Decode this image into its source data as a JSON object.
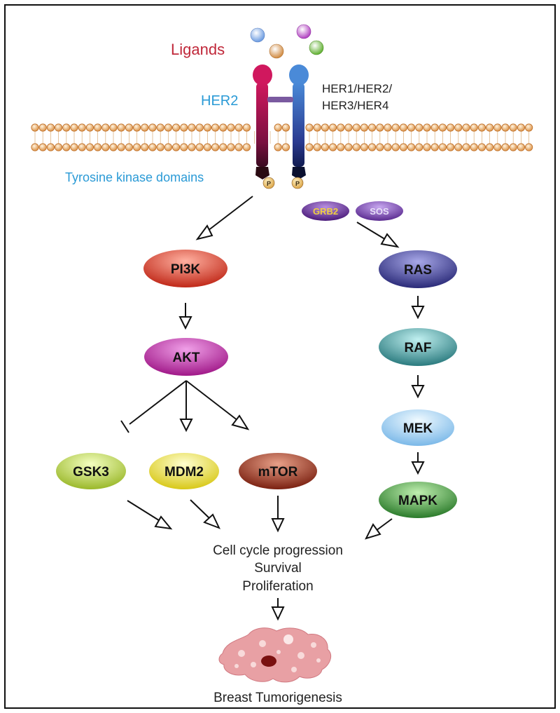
{
  "labels": {
    "ligands": "Ligands",
    "her2": "HER2",
    "her_family_line1": "HER1/HER2/",
    "her_family_line2": "HER3/HER4",
    "tk_domains": "Tyrosine kinase domains",
    "phospho_left": "P",
    "phospho_right": "P"
  },
  "nodes": {
    "grb2": "GRB2",
    "sos": "SOS",
    "pi3k": "PI3K",
    "akt": "AKT",
    "gsk3": "GSK3",
    "mdm2": "MDM2",
    "mtor": "mTOR",
    "ras": "RAS",
    "raf": "RAF",
    "mek": "MEK",
    "mapk": "MAPK"
  },
  "outcomes": {
    "line1": "Cell cycle progression",
    "line2": "Survival",
    "line3": "Proliferation",
    "final": "Breast Tumorigenesis"
  },
  "colors": {
    "ligand_label": "#c0283a",
    "her2_label": "#2a9ad6",
    "membrane": "#d98a3a",
    "her2_receptor": "#c8155a",
    "her_family_receptor": "#3a7fd0",
    "pi3k": "#d4382a",
    "akt": "#b8289a",
    "gsk3": "#b6d23a",
    "mdm2": "#e8df2a",
    "mtor": "#8a2a18",
    "ras": "#3a3a8a",
    "raf": "#3a8a8e",
    "mek": "#8ec8ee",
    "mapk": "#3a8a3a",
    "grb2": "#5a2a8a",
    "sos": "#6a3aa0",
    "tumor": "#e8a0a0"
  }
}
